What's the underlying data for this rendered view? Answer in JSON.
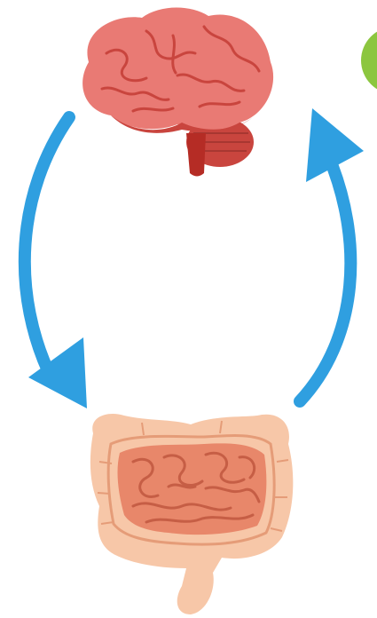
{
  "diagram": {
    "kind": "gut-brain-axis-cycle",
    "nodes": [
      {
        "id": "brain",
        "icon": "brain-icon"
      },
      {
        "id": "intestines",
        "icon": "intestines-icon"
      }
    ],
    "edges": [
      {
        "from": "brain",
        "to": "intestines",
        "side": "left",
        "icon": "arrow-down-icon"
      },
      {
        "from": "intestines",
        "to": "brain",
        "side": "right",
        "icon": "arrow-up-icon"
      }
    ],
    "colors": {
      "arrow": "#2F9FE0",
      "brain_main": "#E97A74",
      "brain_dark": "#C9453E",
      "brain_stem": "#B52C25",
      "intestine_outer": "#F7C7A8",
      "intestine_inner": "#E8876A",
      "intestine_line": "#C65E45",
      "partial_green_circle": "#8CC63F"
    }
  }
}
